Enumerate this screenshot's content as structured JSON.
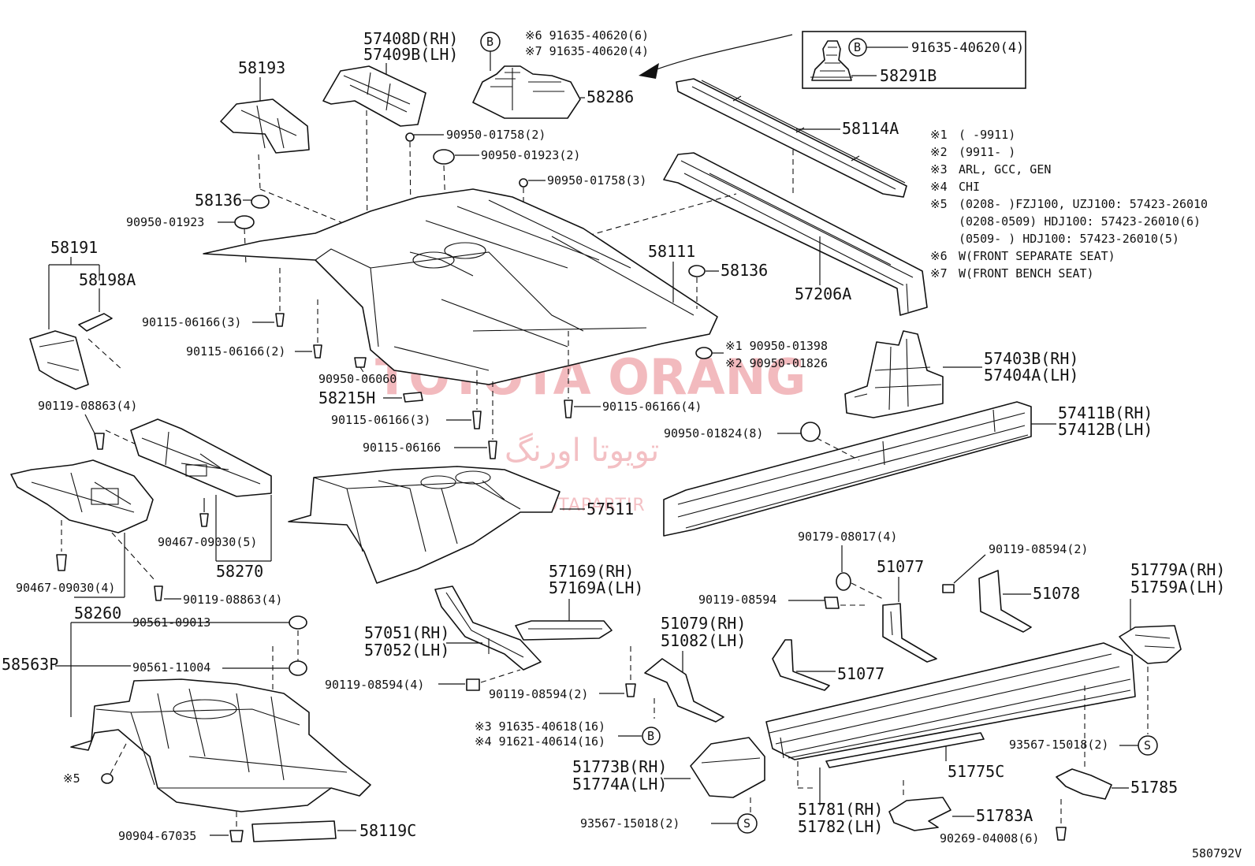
{
  "diagram_id": "580792V",
  "watermark": {
    "main": "TOYOTA ORANG",
    "arabic": "تویوتا اورنگ",
    "url": "TOYOTAPARTIR"
  },
  "callouts": {
    "c57408": "57408D(RH)",
    "c57409": "57409B(LH)",
    "c58193": "58193",
    "b_top_a": "※6 91635-40620(6)",
    "b_top_b": "※7 91635-40620(4)",
    "c58286": "58286",
    "inset_b": "91635-40620(4)",
    "inset_58291": "58291B",
    "c58114": "58114A",
    "c90950_01758_2": "90950-01758(2)",
    "c90950_01923_2": "90950-01923(2)",
    "c90950_01758_3": "90950-01758(3)",
    "c58136a": "58136",
    "c90950_01923": "90950-01923",
    "c58191": "58191",
    "c58198": "58198A",
    "c58111": "58111",
    "c58136b": "58136",
    "c57206": "57206A",
    "c90115_3a": "90115-06166(3)",
    "c90115_2": "90115-06166(2)",
    "n1": "※1 90950-01398",
    "n2": "※2 90950-01826",
    "c90950_06060": "90950-06060",
    "c58215": "58215H",
    "c90115_3b": "90115-06166(3)",
    "c90115_4": "90115-06166(4)",
    "c90115": "90115-06166",
    "c57403": "57403B(RH)",
    "c57404": "57404A(LH)",
    "c57411": "57411B(RH)",
    "c57412": "57412B(LH)",
    "c90950_01824": "90950-01824(8)",
    "c90119_08863_4a": "90119-08863(4)",
    "c90467_5": "90467-09030(5)",
    "c58270": "58270",
    "c90467_4": "90467-09030(4)",
    "c90119_08863_4b": "90119-08863(4)",
    "c58260": "58260",
    "c57511": "57511",
    "c90179": "90179-08017(4)",
    "c51077a": "51077",
    "c90119_08594_2a": "90119-08594(2)",
    "c51078": "51078",
    "c51779": "51779A(RH)",
    "c51759": "51759A(LH)",
    "c57169": "57169(RH)",
    "c57169a": "57169A(LH)",
    "c90119_08594": "90119-08594",
    "c51079": "51079(RH)",
    "c51082": "51082(LH)",
    "c57051": "57051(RH)",
    "c57052": "57052(LH)",
    "c90561_09013": "90561-09013",
    "c58563": "58563P",
    "c90561_11004": "90561-11004",
    "c51077b": "51077",
    "c90119_08594_4": "90119-08594(4)",
    "c90119_08594_2b": "90119-08594(2)",
    "n3": "※3 91635-40618(16)",
    "n4": "※4 91621-40614(16)",
    "c51773": "51773B(RH)",
    "c51774": "51774A(LH)",
    "c93567_a": "93567-15018(2)",
    "c51775": "51775C",
    "c93567_b": "93567-15018(2)",
    "c51785": "51785",
    "c51781": "51781(RH)",
    "c51782": "51782(LH)",
    "c51783": "51783A",
    "c90269": "90269-04008(6)",
    "c90904": "90904-67035",
    "c58119": "58119C",
    "n5": "※5"
  },
  "circle_letters": {
    "B": "B",
    "S": "S"
  },
  "notes": [
    {
      "mark": "※1",
      "text": "(      -9911)"
    },
    {
      "mark": "※2",
      "text": "(9911-      )"
    },
    {
      "mark": "※3",
      "text": "ARL, GCC, GEN"
    },
    {
      "mark": "※4",
      "text": "CHI"
    },
    {
      "mark": "※5",
      "text": "(0208-      )FZJ100, UZJ100: 57423-26010"
    },
    {
      "mark": "",
      "text": "(0208-0509) HDJ100: 57423-26010(6)"
    },
    {
      "mark": "",
      "text": "(0509-      ) HDJ100: 57423-26010(5)"
    },
    {
      "mark": "※6",
      "text": "W(FRONT SEPARATE SEAT)"
    },
    {
      "mark": "※7",
      "text": "W(FRONT BENCH SEAT)"
    }
  ]
}
